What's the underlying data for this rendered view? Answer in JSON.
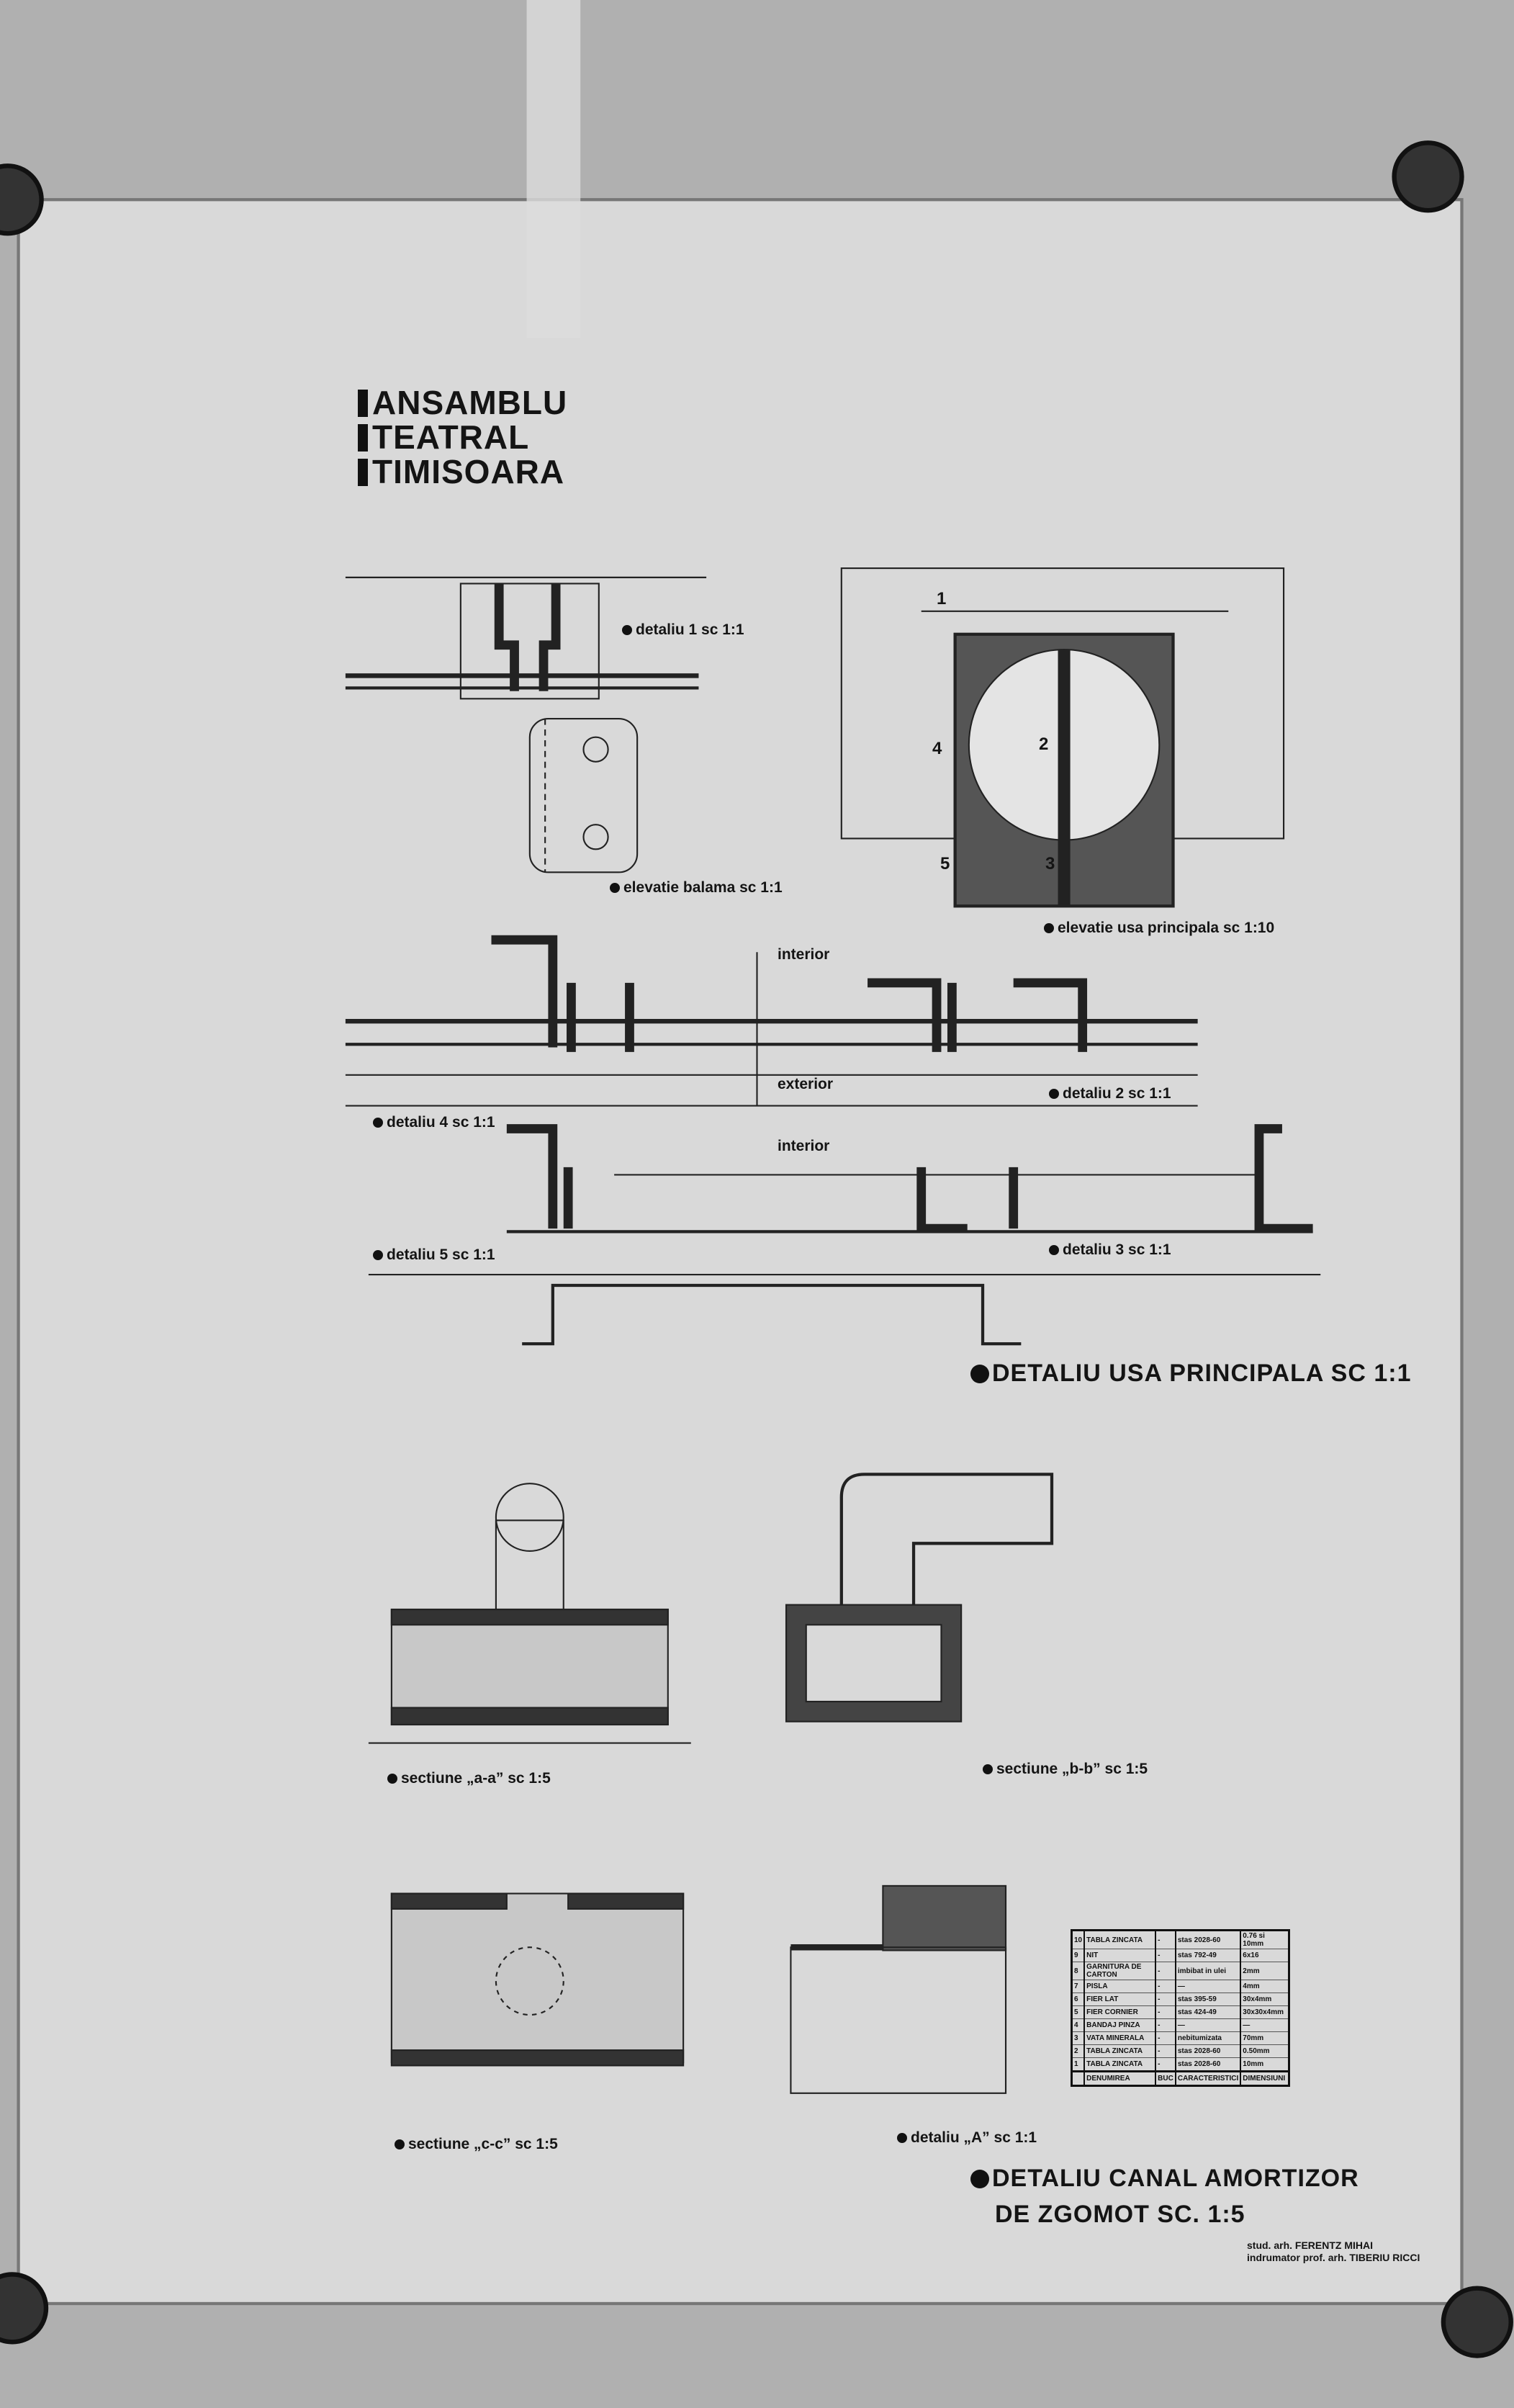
{
  "title": {
    "lines": [
      "ANSAMBLU",
      "TEATRAL",
      "TIMISOARA"
    ]
  },
  "labels": {
    "detaliu1": "detaliu 1 sc 1:1",
    "balama": "elevatie balama sc 1:1",
    "usa": "elevatie usa principala sc 1:10",
    "interior1": "interior",
    "exterior": "exterior",
    "detaliu2": "detaliu 2 sc 1:1",
    "detaliu4": "detaliu 4 sc 1:1",
    "interior2": "interior",
    "detaliu5": "detaliu 5 sc 1:1",
    "detaliu3": "detaliu 3 sc 1:1",
    "sect_aa": "sectiune „a-a” sc 1:5",
    "sect_bb": "sectiune „b-b” sc 1:5",
    "sect_cc": "sectiune „c-c” sc 1:5",
    "detaliuA": "detaliu „A” sc 1:1"
  },
  "door_marks": [
    "1",
    "2",
    "3",
    "4",
    "5"
  ],
  "headings": {
    "usa": "DETALIU USA PRINCIPALA SC 1:1",
    "canal_1": "DETALIU CANAL AMORTIZOR",
    "canal_2": "DE ZGOMOT SC. 1:5"
  },
  "credits": {
    "student": "stud. arh. FERENTZ MIHAI",
    "tutor": "indrumator prof. arh. TIBERIU RICCI"
  },
  "materials": {
    "rows": [
      {
        "no": "10",
        "name": "TABLA ZINCATA",
        "buc": "-",
        "char": "stas 2028-60",
        "dim": "0.76 si 10mm"
      },
      {
        "no": "9",
        "name": "NIT",
        "buc": "-",
        "char": "stas 792-49",
        "dim": "6x16"
      },
      {
        "no": "8",
        "name": "GARNITURA DE CARTON",
        "buc": "-",
        "char": "imbibat in ulei",
        "dim": "2mm"
      },
      {
        "no": "7",
        "name": "PISLA",
        "buc": "-",
        "char": "—",
        "dim": "4mm"
      },
      {
        "no": "6",
        "name": "FIER LAT",
        "buc": "-",
        "char": "stas 395-59",
        "dim": "30x4mm"
      },
      {
        "no": "5",
        "name": "FIER CORNIER",
        "buc": "-",
        "char": "stas 424-49",
        "dim": "30x30x4mm"
      },
      {
        "no": "4",
        "name": "BANDAJ PINZA",
        "buc": "-",
        "char": "—",
        "dim": "—"
      },
      {
        "no": "3",
        "name": "VATA MINERALA",
        "buc": "-",
        "char": "nebitumizata",
        "dim": "70mm"
      },
      {
        "no": "2",
        "name": "TABLA ZINCATA",
        "buc": "-",
        "char": "stas 2028-60",
        "dim": "0.50mm"
      },
      {
        "no": "1",
        "name": "TABLA ZINCATA",
        "buc": "-",
        "char": "stas 2028-60",
        "dim": "10mm"
      }
    ],
    "header": {
      "no": "",
      "name": "DENUMIREA",
      "buc": "BUC",
      "char": "CARACTERISTICI",
      "dim": "DIMENSIUNI"
    }
  }
}
